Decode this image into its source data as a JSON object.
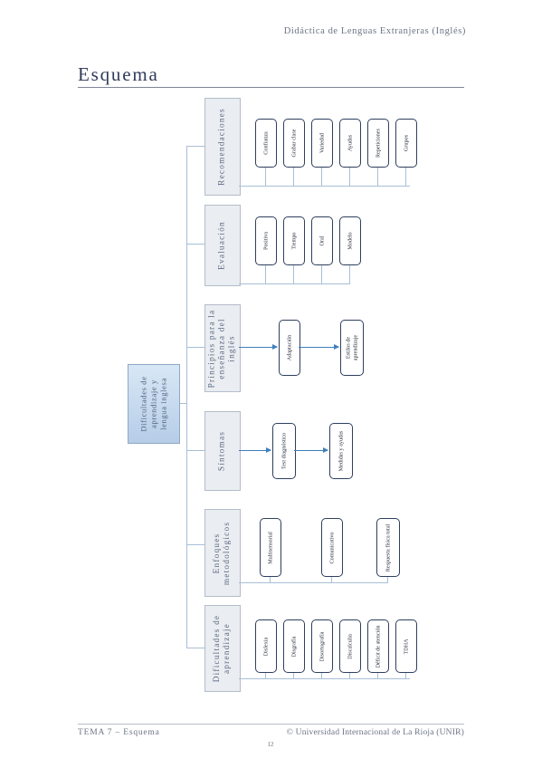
{
  "header": {
    "course": "Didáctica de Lenguas Extranjeras (Inglés)"
  },
  "page": {
    "title": "Esquema"
  },
  "diagram": {
    "root": "Dificultades de aprendizaje y lengua inglesa",
    "categories": [
      {
        "label": "Recomendaciones",
        "items": [
          "Confianza",
          "Grabar clase",
          "Variedad",
          "Ayudas",
          "Repeticiones",
          "Grupos"
        ]
      },
      {
        "label": "Evaluación",
        "items": [
          "Positiva",
          "Tiempo",
          "Oral",
          "Modelo"
        ]
      },
      {
        "label": "Principios para la enseñanza del inglés",
        "items": [
          "Adaptación",
          "Estilos de aprendizaje"
        ]
      },
      {
        "label": "Síntomas",
        "items": [
          "Test diagnóstico",
          "Medidas y ayudas"
        ]
      },
      {
        "label": "Enfoques metodológicos",
        "items": [
          "Multisensorial",
          "Comunicativo",
          "Respuesta física total"
        ]
      },
      {
        "label": "Dificultades de aprendizaje",
        "items": [
          "Dislexia",
          "Disgrafía",
          "Disortografía",
          "Discalculia",
          "Déficit de atención",
          "TDHA"
        ]
      }
    ]
  },
  "footer": {
    "left": "TEMA 7 – Esquema",
    "right": "© Universidad Internacional de La Rioja (UNIR)",
    "page_number": "12"
  }
}
